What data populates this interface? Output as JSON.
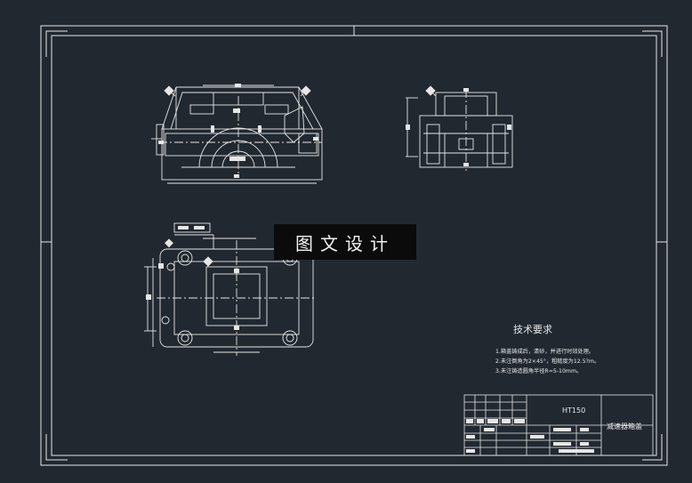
{
  "drawing": {
    "watermark_text": "图文设计",
    "tech_requirements": {
      "title": "技术要求",
      "lines": [
        "1.箱盖铸成后，清砂，并进行时效处理。",
        "2.未注倒角为2×45°，粗糙度为12.5?m。",
        "3.未注铸造圆角半径R=5-10mm。"
      ]
    },
    "title_block": {
      "material": "HT150",
      "part_name": "减速器箱盖"
    },
    "colors": {
      "background": "#212830",
      "line": "#e6e6e6",
      "watermark_bg": "#0b0b0b"
    }
  }
}
